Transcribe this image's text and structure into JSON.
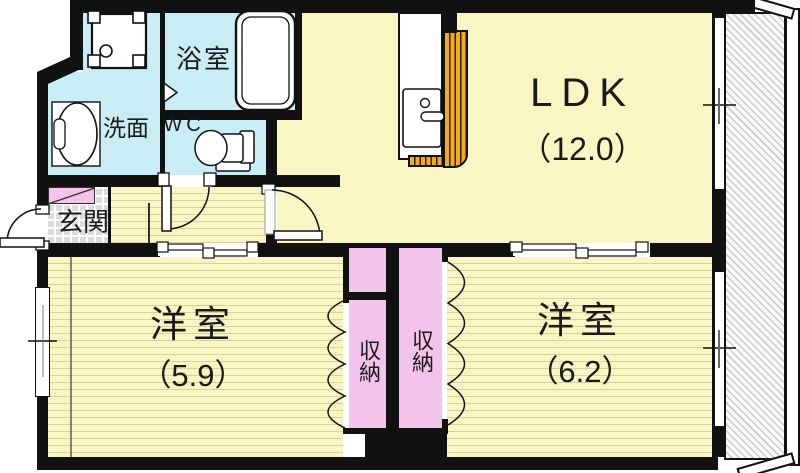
{
  "floor_plan": {
    "rooms": {
      "ldk": {
        "label": "LDK",
        "area": "（12.0）"
      },
      "bathroom": {
        "label": "浴室"
      },
      "washroom": {
        "label": "洗面"
      },
      "toilet": {
        "label": "WC"
      },
      "entrance": {
        "label": "玄関"
      },
      "western_room_1": {
        "label": "洋室",
        "area": "（5.9）"
      },
      "western_room_2": {
        "label": "洋室",
        "area": "（6.2）"
      },
      "closet_left": {
        "label": "収納"
      },
      "closet_right": {
        "label": "収納"
      }
    },
    "fixtures": [
      "washing-machine-pan",
      "bathtub",
      "wash-basin",
      "toilet",
      "kitchen-counter",
      "kitchen-sink",
      "shoe-cabinet",
      "balcony"
    ]
  },
  "colors": {
    "wall": "#111111",
    "water": "#c9edf4",
    "floor": "#faf6c3",
    "stripe": "#d6d2a0",
    "closet": "#f4c3ec",
    "counter": "#f5ab1c",
    "tile": "#dcdcdc",
    "text": "#1a1a1a"
  }
}
